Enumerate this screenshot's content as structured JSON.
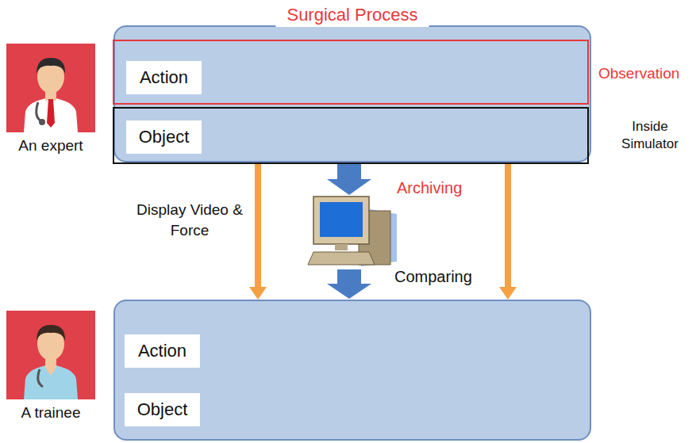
{
  "diagram": {
    "nodes": [
      {
        "text": [
          "An expert"
        ]
      },
      {
        "text": [
          "Surgical Process"
        ]
      },
      {
        "text": [
          "Observation"
        ],
        "in": 1
      },
      {
        "text": [
          "Action"
        ],
        "in": 2
      },
      {
        "text": [
          "Inside Simulator"
        ],
        "in": 1
      },
      {
        "text": [
          "Object"
        ],
        "in": 4
      },
      {
        "text": []
      },
      {
        "text": [
          "Action"
        ],
        "in": 6
      },
      {
        "text": [
          "Object"
        ],
        "in": 6
      },
      {
        "text": [
          "A trainee"
        ]
      }
    ],
    "edges": [
      {
        "from": 1,
        "to": 6,
        "arrow": "to",
        "label": "Display Video & Force"
      },
      {
        "from": 1,
        "to": 6,
        "arrow": "to"
      }
    ],
    "labels": [
      "Archiving",
      "Comparing"
    ]
  }
}
